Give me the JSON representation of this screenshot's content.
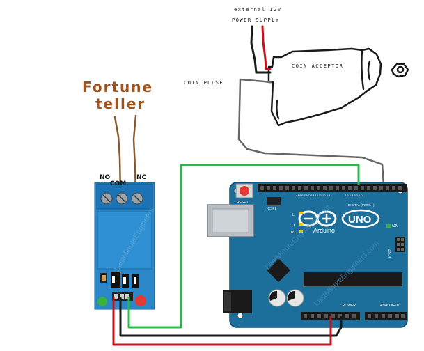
{
  "labels": {
    "power_line1": "external 12V",
    "power_line2": "POWER SUPPLY",
    "coin_acceptor": "COIN ACCEPTOR",
    "coin_pulse": "COIN PULSE",
    "fortune_line1": "Fortune",
    "fortune_line2": "teller",
    "relay_no": "NO",
    "relay_com": "COM",
    "relay_nc": "NC"
  },
  "arduino": {
    "logo_text": "Arduino",
    "model": "UNO",
    "reset": "RESET",
    "icsp2": "ICSP2",
    "icsp": "ICSP",
    "tx": "TX",
    "rx": "RX",
    "l": "L",
    "on": "ON",
    "digital_label": "DIGITAL (PWM=~)",
    "power_label": "POWER",
    "analog_label": "ANALOG IN",
    "watermark": "LastMinuteEngineers.com"
  },
  "relay": {
    "watermark": "LastMinuteEngineers"
  },
  "colors": {
    "board": "#1b6f9a",
    "relay": "#2b87c8",
    "wire_green": "#2db84a",
    "wire_red": "#c0151c",
    "wire_black": "#1a1a1a",
    "wire_gray": "#666666",
    "fortune_text": "#a0521c"
  }
}
